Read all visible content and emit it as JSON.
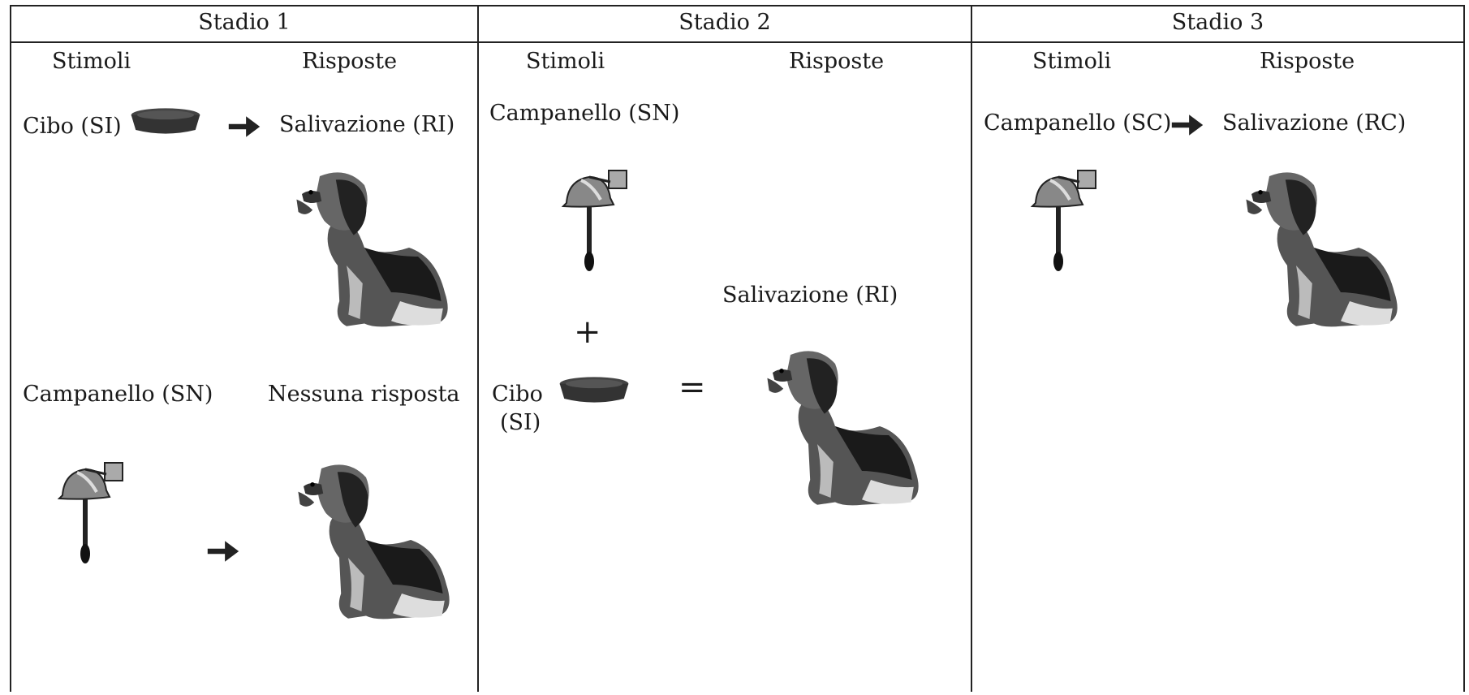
{
  "stages": [
    {
      "title": "Stadio 1",
      "col_stimoli": "Stimoli",
      "col_risposte": "Risposte",
      "row1": {
        "stimulus": "Cibo (SI)",
        "response": "Salivazione (RI)"
      },
      "row2": {
        "stimulus": "Campanello (SN)",
        "response": "Nessuna risposta"
      }
    },
    {
      "title": "Stadio 2",
      "col_stimoli": "Stimoli",
      "col_risposte": "Risposte",
      "stimulus_bell": "Campanello (SN)",
      "plus": "+",
      "stimulus_food": "Cibo",
      "stimulus_food_code": "(SI)",
      "equals": "=",
      "response": "Salivazione (RI)"
    },
    {
      "title": "Stadio 3",
      "col_stimoli": "Stimoli",
      "col_risposte": "Risposte",
      "stimulus": "Campanello (SC)",
      "response": "Salivazione (RC)"
    }
  ],
  "icons": [
    "food-bowl-icon",
    "arrow-right-icon",
    "bell-icon",
    "dog-icon"
  ]
}
